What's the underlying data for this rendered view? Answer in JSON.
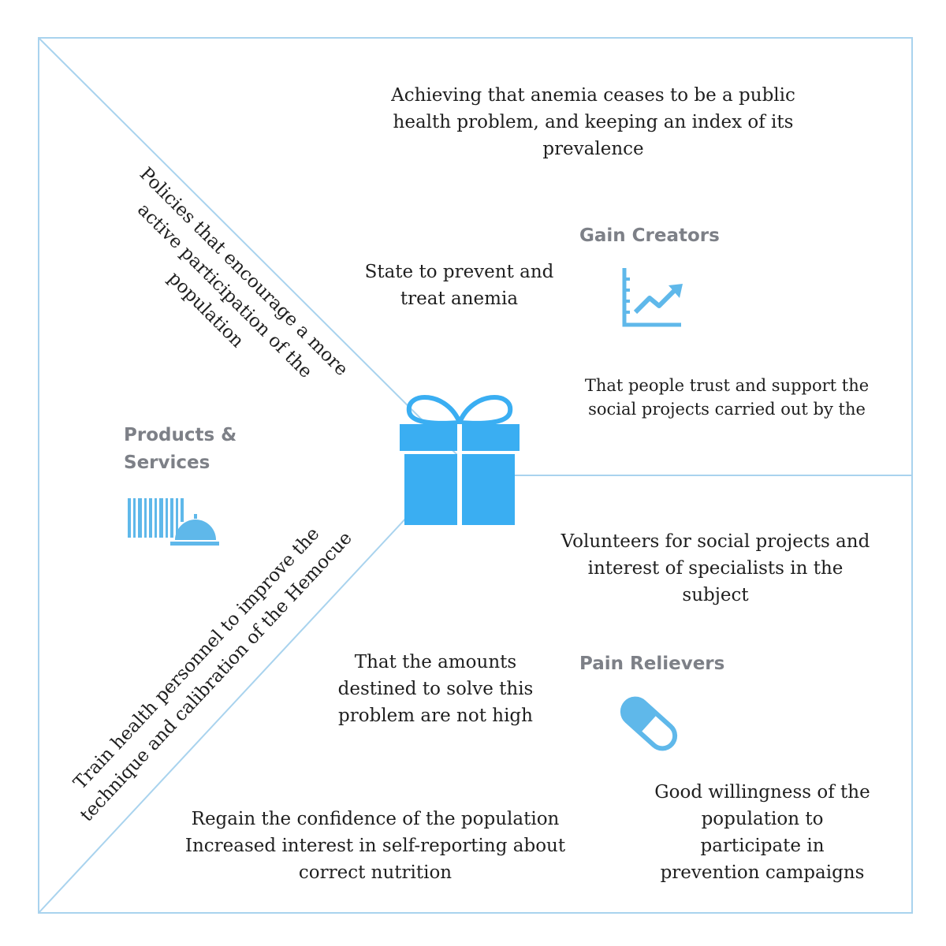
{
  "colors": {
    "line": "#a9d3ee",
    "icon": "#3aaef2",
    "icon_light": "#5fb8ea",
    "heading": "#7d8087",
    "text": "#1f1f1f"
  },
  "headings": {
    "gain_creators": "Gain Creators",
    "products_services": "Products &\nServices",
    "pain_relievers": "Pain Relievers"
  },
  "gain_creators": {
    "top": "Achieving that anemia ceases to be a public\nhealth problem, and keeping an index of its\nprevalence",
    "state": "State to prevent and\ntreat anemia",
    "trust": "That people trust and support the\nsocial projects carried out by the"
  },
  "products_services": {
    "policies": "Policies that encourage a more\nactive participation of the\npopulation",
    "train": "Train health personnel to improve the\ntechnique and calibration of the Hemocue"
  },
  "pain_relievers": {
    "volunteers": "Volunteers for social projects and\ninterest of specialists in the\nsubject",
    "amounts": "That the amounts\ndestined to solve this\nproblem are not high",
    "regain": "Regain the confidence of the population\nIncreased interest in self-reporting about\ncorrect nutrition",
    "willingness": "Good willingness of the\npopulation to\nparticipate in\nprevention campaigns"
  },
  "icons": {
    "center": "gift-icon",
    "gain": "chart-growth-icon",
    "products": "barcode-cloche-icon",
    "pain": "pill-icon"
  }
}
